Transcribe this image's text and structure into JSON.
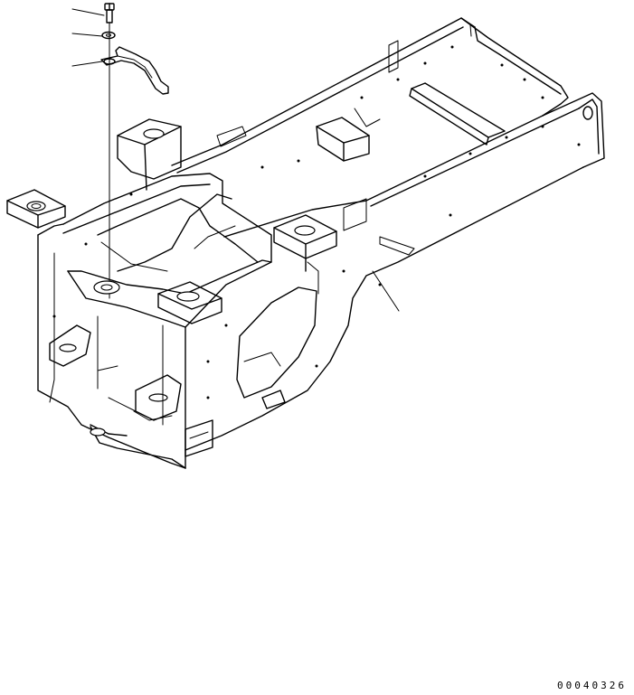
{
  "document_number": "00040326",
  "parts": [
    {
      "name": "bolt-part"
    },
    {
      "name": "washer-part"
    },
    {
      "name": "bracket-part"
    },
    {
      "name": "frame-part"
    }
  ]
}
